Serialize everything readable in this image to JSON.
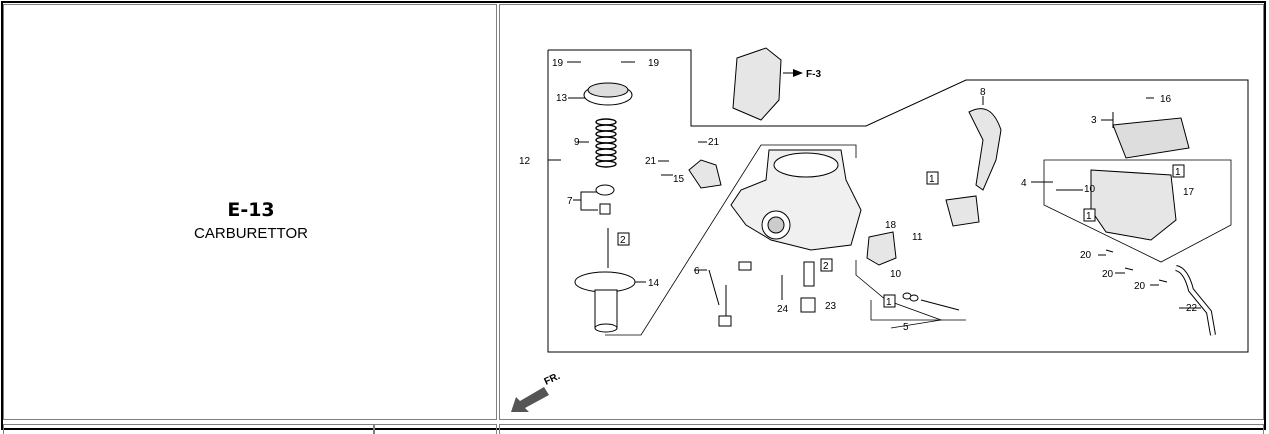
{
  "section": {
    "code": "E-13",
    "title": "CARBURETTOR"
  },
  "diagram": {
    "direction_label": "FR.",
    "ref_label": "F-3",
    "part_callouts": {
      "p19a": "19",
      "p19b": "19",
      "p13": "13",
      "p9": "9",
      "p12": "12",
      "p7": "7",
      "p2a": "2",
      "p14": "14",
      "p21a": "21",
      "p21b": "21",
      "p15": "15",
      "p6": "6",
      "p24": "24",
      "p2b": "2",
      "p23": "23",
      "p8": "8",
      "p1a": "1",
      "p18": "18",
      "p11": "11",
      "p10a": "10",
      "p1b": "1",
      "p5": "5",
      "p3": "3",
      "p16": "16",
      "p4": "4",
      "p1c": "1",
      "p10b": "10",
      "p1d": "1",
      "p17": "17",
      "p20a": "20",
      "p20b": "20",
      "p20c": "20",
      "p22": "22"
    }
  }
}
